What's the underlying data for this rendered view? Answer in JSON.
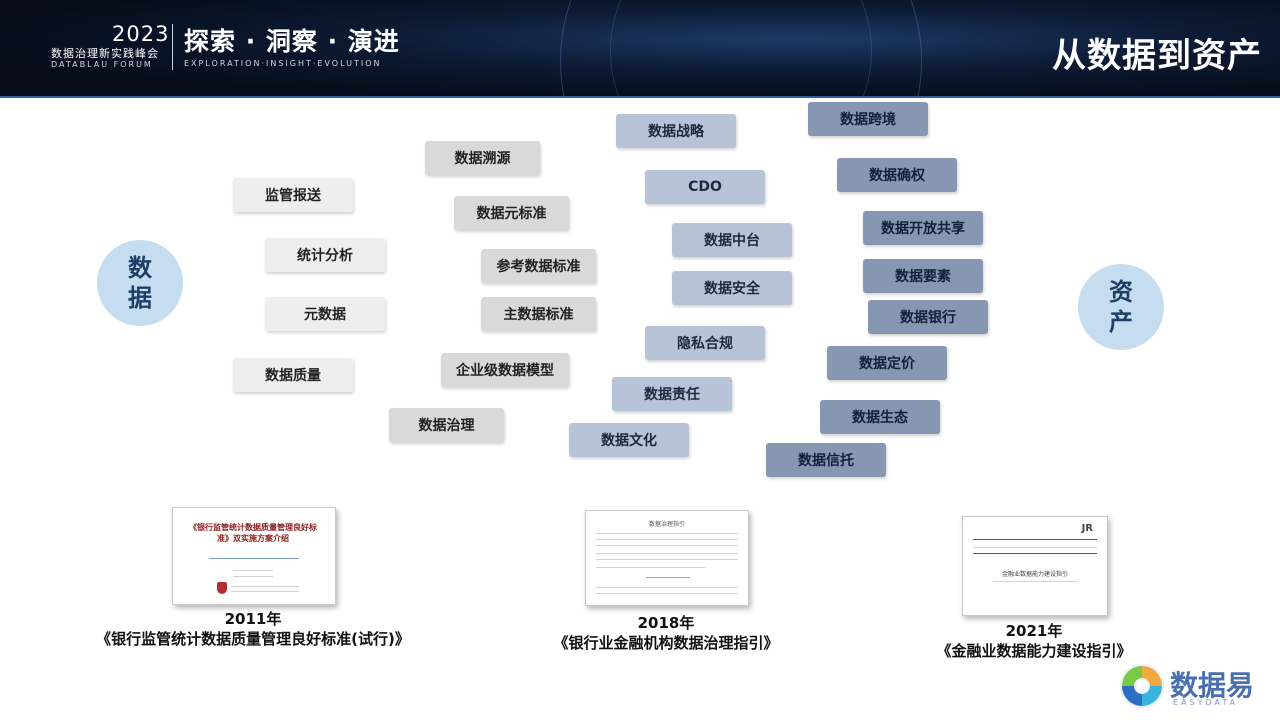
{
  "header": {
    "year": "2023",
    "forum_cn": "数据治理新实践峰会",
    "forum_en": "DATABLAU FORUM",
    "slogan_cn": "探索 · 洞察 · 演进",
    "slogan_en": "EXPLORATION·INSIGHT·EVOLUTION",
    "page_title": "从数据到资产"
  },
  "left_circle": "数据",
  "right_circle": "资产",
  "tags": {
    "col1": [
      "监管报送",
      "统计分析",
      "元数据",
      "数据质量"
    ],
    "col2": [
      "数据溯源",
      "数据元标准",
      "参考数据标准",
      "主数据标准",
      "企业级数据模型",
      "数据治理"
    ],
    "col3": [
      "数据战略",
      "CDO",
      "数据中台",
      "数据安全",
      "隐私合规",
      "数据责任",
      "数据文化"
    ],
    "col4": [
      "数据跨境",
      "数据确权",
      "数据开放共享",
      "数据要素",
      "数据银行",
      "数据定价",
      "数据生态",
      "数据信托"
    ]
  },
  "documents": [
    {
      "year": "2011年",
      "name": "《银行监管统计数据质量管理良好标准(试行)》",
      "cover_title": "《银行监管统计数据质量管理良好标准》双实施方案介绍"
    },
    {
      "year": "2018年",
      "name": "《银行业金融机构数据治理指引》",
      "cover_title": "数据治理指引"
    },
    {
      "year": "2021年",
      "name": "《金融业数据能力建设指引》",
      "cover_title": "金融业数据能力建设指引",
      "cover_mark": "JR"
    }
  ],
  "brand": {
    "name": "数据易",
    "name_en": "EASYDATA"
  }
}
